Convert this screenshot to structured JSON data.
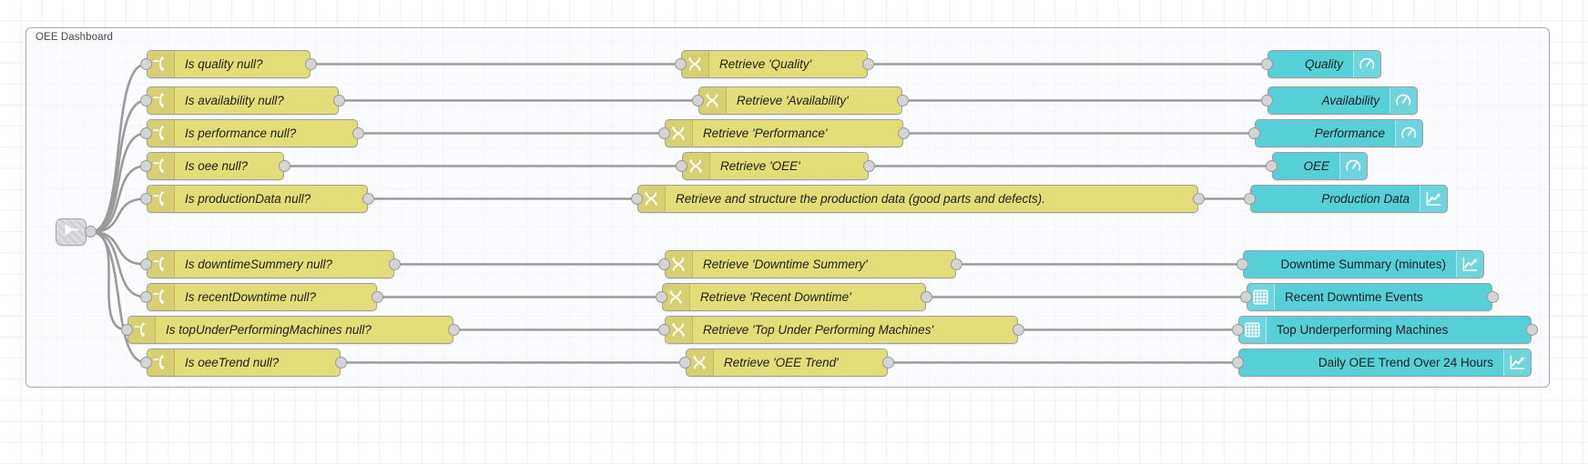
{
  "editor": {
    "type": "node-red-flow-editor",
    "group_label": "OEE Dashboard",
    "colors": {
      "node_yellow": "#e3dd79",
      "node_teal": "#56cfd6",
      "wire": "#9b9b9b",
      "grid": "#eceff5",
      "canvas": "#ffffff",
      "group_border": "#a9a9b0",
      "port": "#d4d4d4"
    }
  },
  "link_in_node": {
    "name": "link-in",
    "icon": "link-in-icon"
  },
  "rows": [
    {
      "id": "quality",
      "switch": {
        "label": "Is quality null?",
        "icon": "switch-icon"
      },
      "change": {
        "label": "Retrieve 'Quality'",
        "icon": "change-icon"
      },
      "dashboard": {
        "label": "Quality",
        "icon": "gauge-icon",
        "icon_side": "right"
      }
    },
    {
      "id": "availability",
      "switch": {
        "label": "Is availability null?",
        "icon": "switch-icon"
      },
      "change": {
        "label": "Retrieve 'Availability'",
        "icon": "change-icon"
      },
      "dashboard": {
        "label": "Availability",
        "icon": "gauge-icon",
        "icon_side": "right"
      }
    },
    {
      "id": "performance",
      "switch": {
        "label": "Is performance null?",
        "icon": "switch-icon"
      },
      "change": {
        "label": "Retrieve 'Performance'",
        "icon": "change-icon"
      },
      "dashboard": {
        "label": "Performance",
        "icon": "gauge-icon",
        "icon_side": "right"
      }
    },
    {
      "id": "oee",
      "switch": {
        "label": "Is oee null?",
        "icon": "switch-icon"
      },
      "change": {
        "label": "Retrieve 'OEE'",
        "icon": "change-icon"
      },
      "dashboard": {
        "label": "OEE",
        "icon": "gauge-icon",
        "icon_side": "right"
      }
    },
    {
      "id": "production-data",
      "switch": {
        "label": "Is productionData null?",
        "icon": "switch-icon"
      },
      "change": {
        "label": "Retrieve and structure the production data (good parts and defects).",
        "icon": "change-icon"
      },
      "dashboard": {
        "label": "Production Data",
        "icon": "chart-icon",
        "icon_side": "right"
      }
    },
    {
      "id": "downtime-summary",
      "switch": {
        "label": "Is downtimeSummery null?",
        "icon": "switch-icon"
      },
      "change": {
        "label": "Retrieve 'Downtime Summery'",
        "icon": "change-icon"
      },
      "dashboard": {
        "label": "Downtime Summary (minutes)",
        "icon": "chart-icon",
        "icon_side": "right"
      }
    },
    {
      "id": "recent-downtime",
      "switch": {
        "label": "Is recentDowntime null?",
        "icon": "switch-icon"
      },
      "change": {
        "label": "Retrieve 'Recent Downtime'",
        "icon": "change-icon"
      },
      "dashboard": {
        "label": "Recent Downtime Events",
        "icon": "table-icon",
        "icon_side": "left"
      }
    },
    {
      "id": "top-underperforming-machines",
      "switch": {
        "label": "Is topUnderPerformingMachines null?",
        "icon": "switch-icon"
      },
      "change": {
        "label": "Retrieve 'Top Under Performing Machines'",
        "icon": "change-icon"
      },
      "dashboard": {
        "label": "Top Underperforming Machines",
        "icon": "table-icon",
        "icon_side": "left"
      }
    },
    {
      "id": "oee-trend",
      "switch": {
        "label": "Is oeeTrend null?",
        "icon": "switch-icon"
      },
      "change": {
        "label": "Retrieve 'OEE Trend'",
        "icon": "change-icon"
      },
      "dashboard": {
        "label": "Daily OEE Trend Over 24 Hours",
        "icon": "chart-icon",
        "icon_side": "right"
      }
    }
  ]
}
